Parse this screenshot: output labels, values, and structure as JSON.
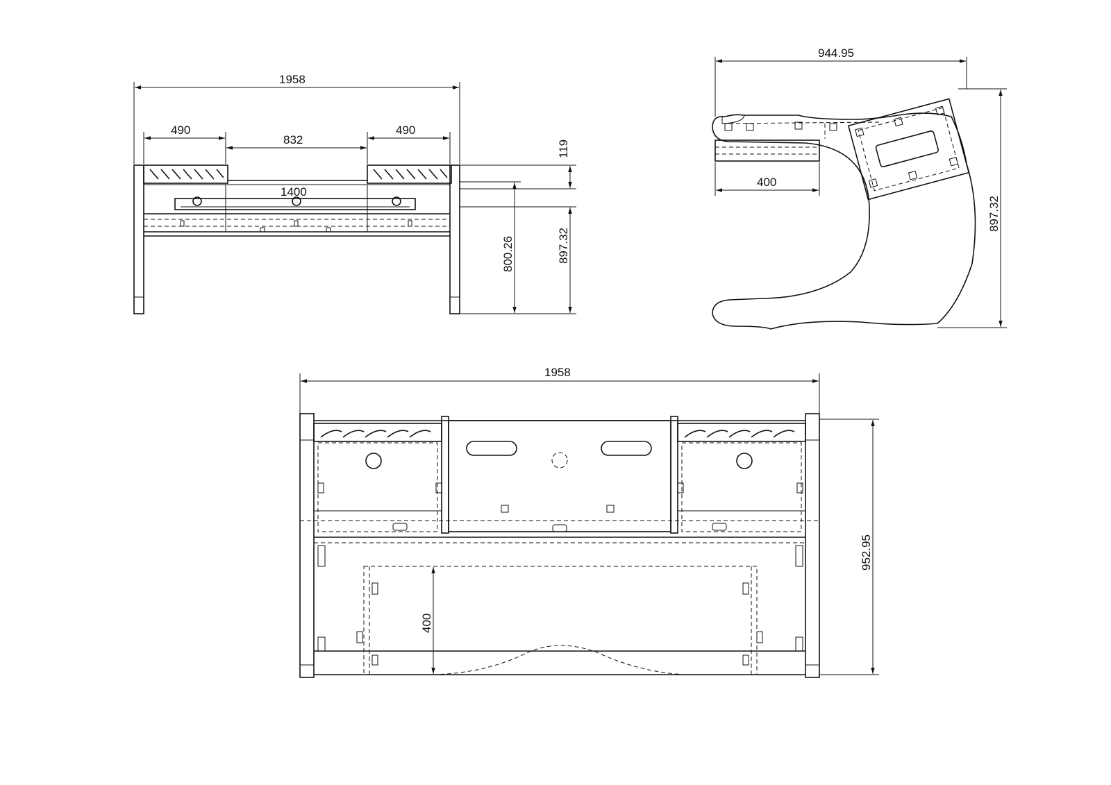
{
  "front_view": {
    "overall_width": "1958",
    "left_bay_width": "490",
    "center_width": "832",
    "right_bay_width": "490",
    "inner_span": "1400",
    "top_offset": "119",
    "shelf_height": "800.26",
    "total_height": "897.32"
  },
  "side_view": {
    "overall_depth": "944.95",
    "desk_depth": "400",
    "total_height": "897.32"
  },
  "top_view": {
    "overall_width": "1958",
    "overall_depth": "952.95",
    "recess_depth": "400"
  }
}
